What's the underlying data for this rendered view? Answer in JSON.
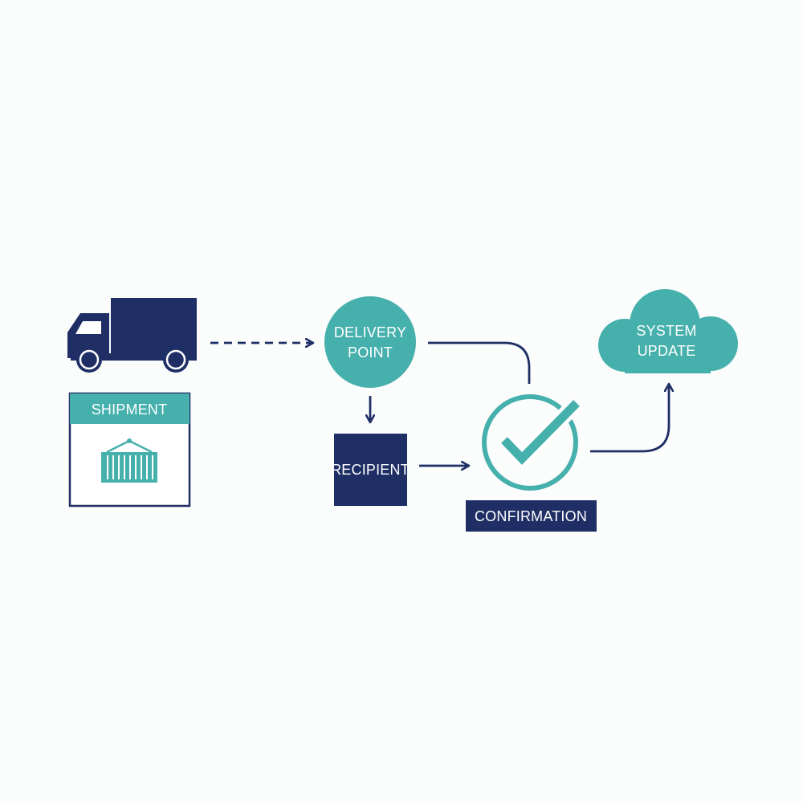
{
  "colors": {
    "navy": "#1f2f66",
    "teal": "#45b0ac",
    "white": "#ffffff",
    "background": "#fbfcfc"
  },
  "nodes": {
    "shipment": {
      "label": "SHIPMENT",
      "icon": "truck-icon",
      "sub_icon": "shipping-container-icon"
    },
    "delivery_point": {
      "line1": "DELIVERY",
      "line2": "POINT"
    },
    "recipient": {
      "label": "RECIPIENT"
    },
    "confirmation": {
      "label": "CONFIRMATION",
      "icon": "checkmark-circle-icon"
    },
    "system_update": {
      "line1": "SYSTEM",
      "line2": "UPDATE",
      "icon": "cloud-icon"
    }
  },
  "edges": [
    {
      "from": "shipment",
      "to": "delivery_point",
      "style": "dashed"
    },
    {
      "from": "delivery_point",
      "to": "recipient",
      "style": "solid"
    },
    {
      "from": "delivery_point",
      "to": "confirmation",
      "style": "solid"
    },
    {
      "from": "recipient",
      "to": "confirmation",
      "style": "solid"
    },
    {
      "from": "confirmation",
      "to": "system_update",
      "style": "solid"
    }
  ]
}
